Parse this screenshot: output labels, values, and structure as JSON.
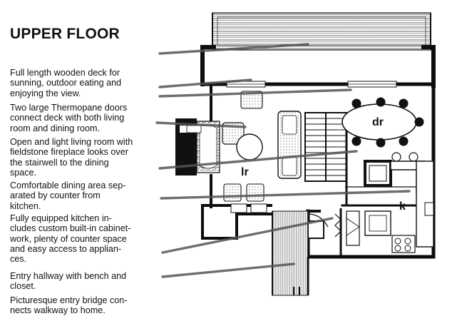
{
  "heading": "UPPER FLOOR",
  "captions": [
    {
      "lines": [
        "Full length wooden deck for",
        "sunning, outdoor eating and",
        "enjoying the view."
      ]
    },
    {
      "lines": [
        "Two large Thermopane doors",
        "connect deck with both living",
        "room and dining room."
      ]
    },
    {
      "lines": [
        "Open and light living room with",
        "fieldstone fireplace looks over",
        "the stairwell to the dining",
        "space."
      ]
    },
    {
      "lines": [
        "Comfortable dining area sep-",
        "arated by counter from",
        "kitchen."
      ]
    },
    {
      "lines": [
        "Fully equipped kitchen in-",
        "cludes custom built-in cabinet-",
        "work, plenty of counter space",
        "and easy access to applian-",
        "ces."
      ]
    },
    {
      "lines": [
        "Entry hallway with bench and",
        "closet."
      ]
    },
    {
      "lines": [
        "Picturesque entry bridge con-",
        "nects walkway to home."
      ]
    }
  ],
  "room_labels": {
    "dining": "dr",
    "living": "lr",
    "kitchen": "k"
  },
  "colors": {
    "ink": "#111111",
    "wall": "#0d0d0d",
    "leader": "#555555"
  }
}
